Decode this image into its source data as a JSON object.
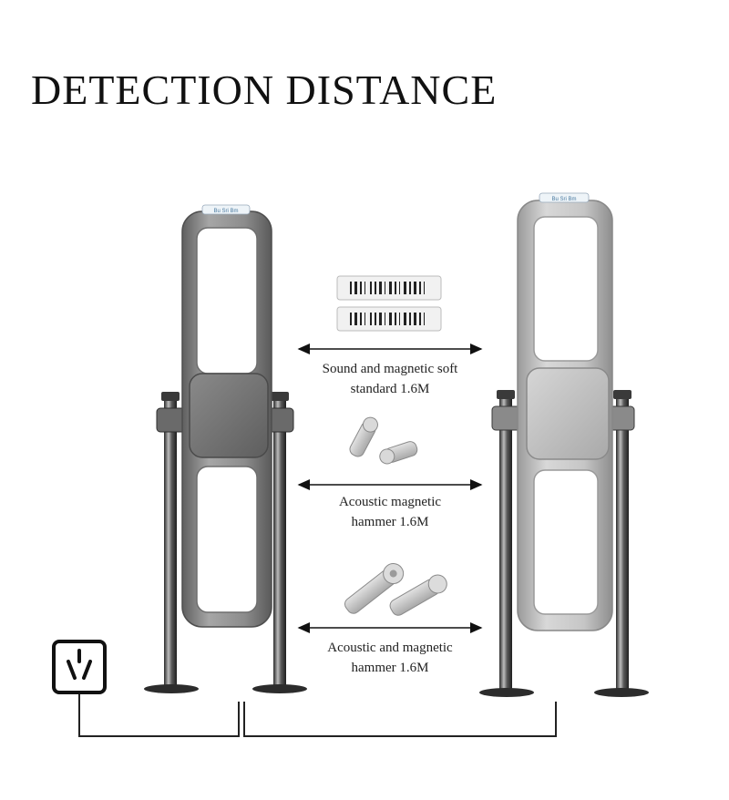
{
  "title": "DETECTION DISTANCE",
  "gate_label": "Bu Sri Bm",
  "measurements": [
    {
      "line1": "Sound and magnetic soft",
      "line2": "standard 1.6M",
      "tag": "soft-label"
    },
    {
      "line1": "Acoustic magnetic",
      "line2": "hammer 1.6M",
      "tag": "hammer-tag"
    },
    {
      "line1": "Acoustic and magnetic",
      "line2": "hammer 1.6M",
      "tag": "pencil-tag"
    }
  ],
  "icons": [
    "power-outlet-icon",
    "double-arrow-icon"
  ],
  "colors": {
    "left_gate": "#8a8a8a",
    "right_gate": "#c4c4c4",
    "pole": "#4a4a4a",
    "tag": "#c8c8c8"
  }
}
